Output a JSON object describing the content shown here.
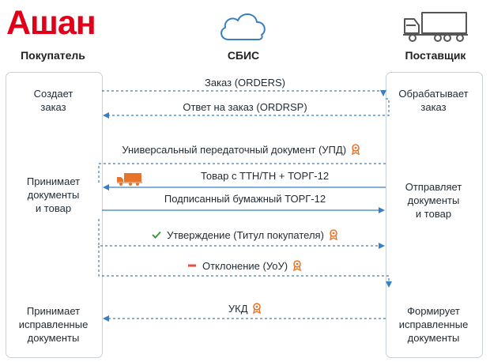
{
  "logo": {
    "text": "Ашан"
  },
  "actors": {
    "buyer": "Покупатель",
    "sbis": "СБИС",
    "supplier": "Поставщик"
  },
  "buyer_steps": {
    "create": "Создает\nзаказ",
    "accept": "Принимает\nдокументы\nи товар",
    "accept_fixed": "Принимает\nисправленные\nдокументы"
  },
  "supplier_steps": {
    "process": "Обрабатывает\nзаказ",
    "send": "Отправляет\nдокументы\nи товар",
    "form_fixed": "Формирует\nисправленные\nдокументы"
  },
  "messages": {
    "order": "Заказ (ORDERS)",
    "order_response": "Ответ на заказ (ORDRSP)",
    "upd": "Универсальный передаточный документ (УПД)",
    "goods": "Товар с ТТН/ТН + ТОРГ-12",
    "signed_torg": "Подписанный бумажный ТОРГ-12",
    "approval": "Утверждение (Титул покупателя)",
    "rejection": "Отклонение (УоУ)",
    "ukd": "УКД"
  },
  "colors": {
    "accent_blue": "#3a7fc1",
    "logo_red": "#e1001a",
    "seal_orange": "#e8742c",
    "approve_green": "#3aa13a",
    "reject_red": "#e9503a"
  },
  "icons": {
    "cloud": "cloud-icon",
    "truck": "truck-icon",
    "seal": "seal-icon",
    "check": "check-icon",
    "minus": "minus-icon",
    "small_truck": "small-truck-icon"
  }
}
